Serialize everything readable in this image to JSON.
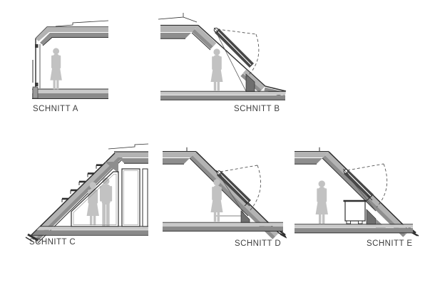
{
  "background": "#ffffff",
  "colors": {
    "line": "#2f2f2f",
    "band_light": "#b3b3b3",
    "band_mid": "#8e8e8e",
    "floor_light": "#c9c9c9",
    "floor_dark": "#8a8a8a",
    "knee_wall": "#6f6f6f",
    "sash_dark": "#474747",
    "figure": "#c2c2c2",
    "dash": "#555555",
    "label_text": "#3e3e3e"
  },
  "sections": [
    {
      "id": "a",
      "label": "SCHNITT A"
    },
    {
      "id": "b",
      "label": "SCHNITT B"
    },
    {
      "id": "c",
      "label": "SCHNITT C"
    },
    {
      "id": "d",
      "label": "SCHNITT D"
    },
    {
      "id": "e",
      "label": "SCHNITT E"
    }
  ]
}
